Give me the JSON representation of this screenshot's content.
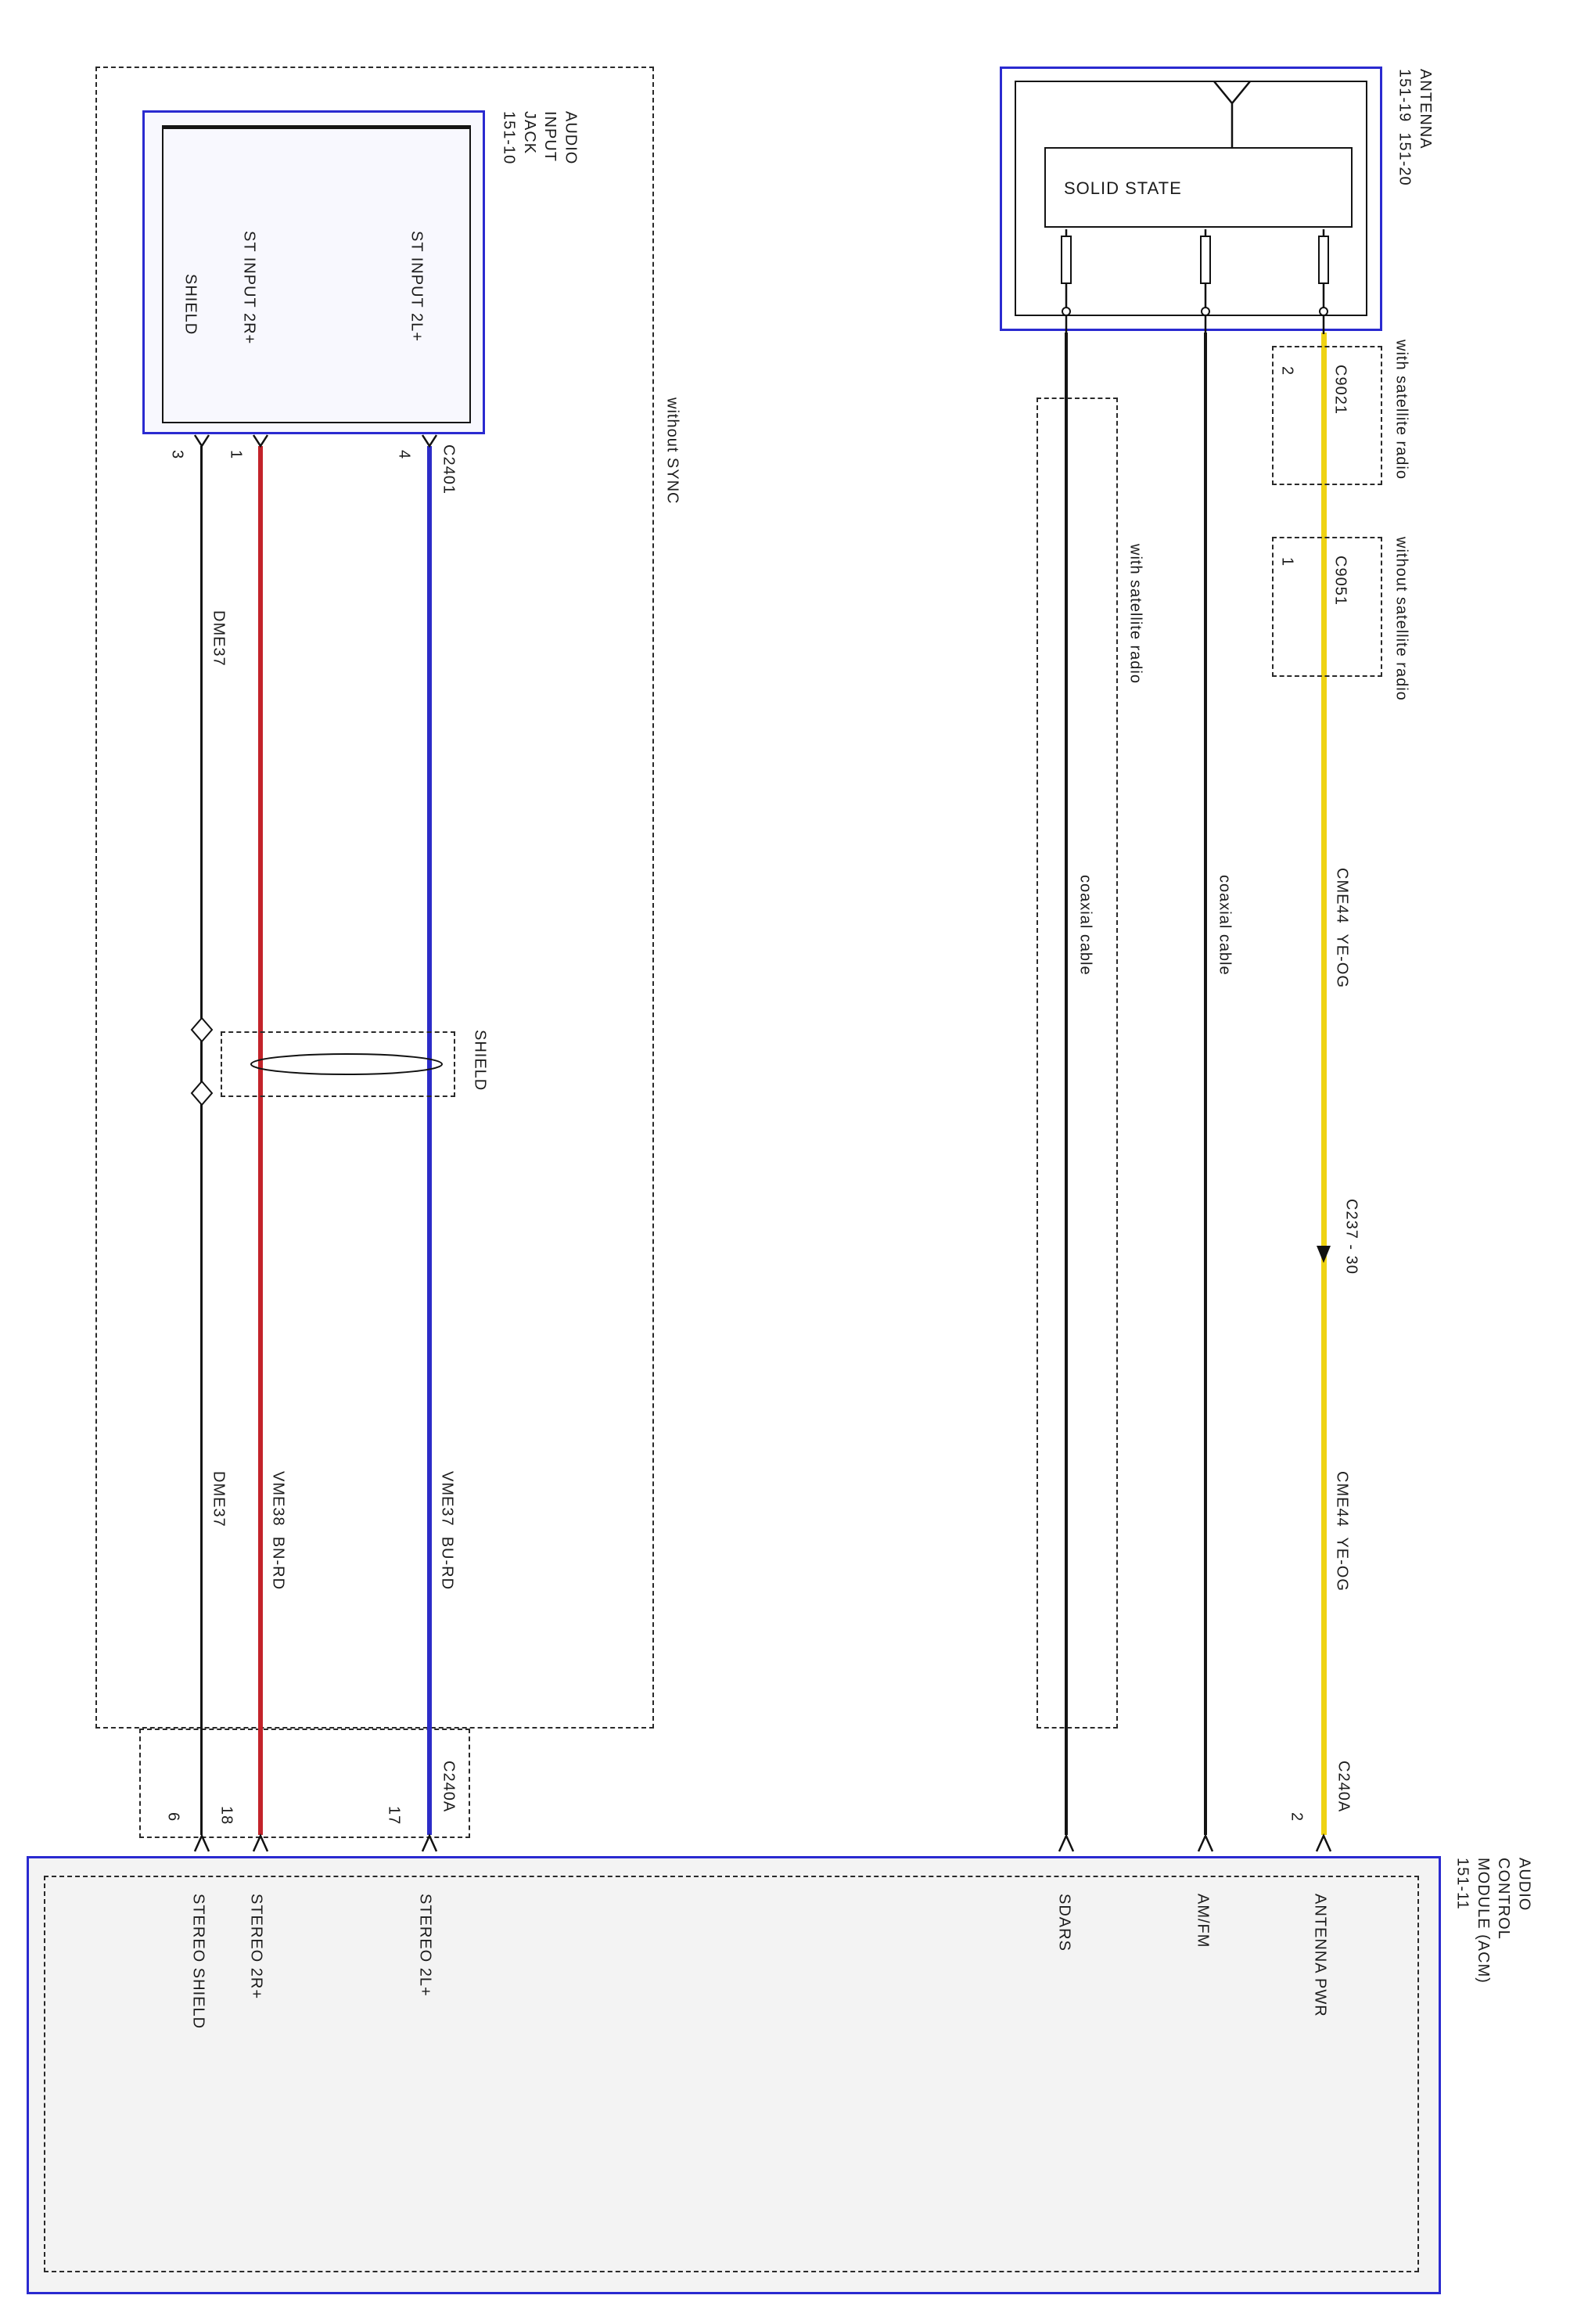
{
  "colors": {
    "box_blue": "#2a2ad0",
    "wire_black": "#141414",
    "wire_red": "#c3232a",
    "wire_blue": "#2c2cc8",
    "wire_yellow": "#efd313",
    "acm_fill": "#f3f3f3",
    "component_fill": "#f8f8fe",
    "text": "#1c1c1c"
  },
  "left": {
    "without_sync": "without SYNC",
    "jack": {
      "title": "AUDIO\nINPUT\nJACK\n151-10",
      "pin_label_2l": "ST INPUT 2L+",
      "pin_label_2r": "ST INPUT 2R+",
      "pin_label_shield": "SHIELD",
      "pin_no_shield": "3",
      "pin_no_2r": "1",
      "pin_no_2l": "4",
      "connector": "C2401"
    },
    "circuit_shield_upper": "DME37",
    "circuit_shield_lower": "DME37",
    "circuit_2r": "VME38  BN-RD",
    "circuit_2l": "VME37  BU-RD",
    "shield_symbol": "SHIELD"
  },
  "right": {
    "antenna_title": "ANTENNA\n151-19  151-20",
    "solid_state": "SOLID STATE",
    "sat_box_label": "with satellite radio",
    "coax_sdars": "coaxial cable",
    "coax_amfm": "coaxial cable",
    "c9021": "C9021",
    "c9021_pin": "2",
    "c9021_note": "with satellite radio",
    "c9051": "C9051",
    "c9051_pin": "1",
    "c9051_note": "without satellite radio",
    "circuit_pwr_upper": "CME44  YE-OG",
    "circuit_pwr_lower": "CME44  YE-OG",
    "c237": "C237 - 30"
  },
  "acm": {
    "title": "AUDIO\nCONTROL\nMODULE (ACM)\n151-11",
    "connector_left": "C240A",
    "connector_right": "C240A",
    "pin_no_shield": "6",
    "pin_no_2r": "18",
    "pin_no_2l": "17",
    "pin_no_pwr": "2",
    "pin_stereo_shield": "STEREO SHIELD",
    "pin_stereo_2r": "STEREO 2R+",
    "pin_stereo_2l": "STEREO 2L+",
    "pin_sdars": "SDARS",
    "pin_amfm": "AM/FM",
    "pin_antenna_pwr": "ANTENNA PWR"
  }
}
